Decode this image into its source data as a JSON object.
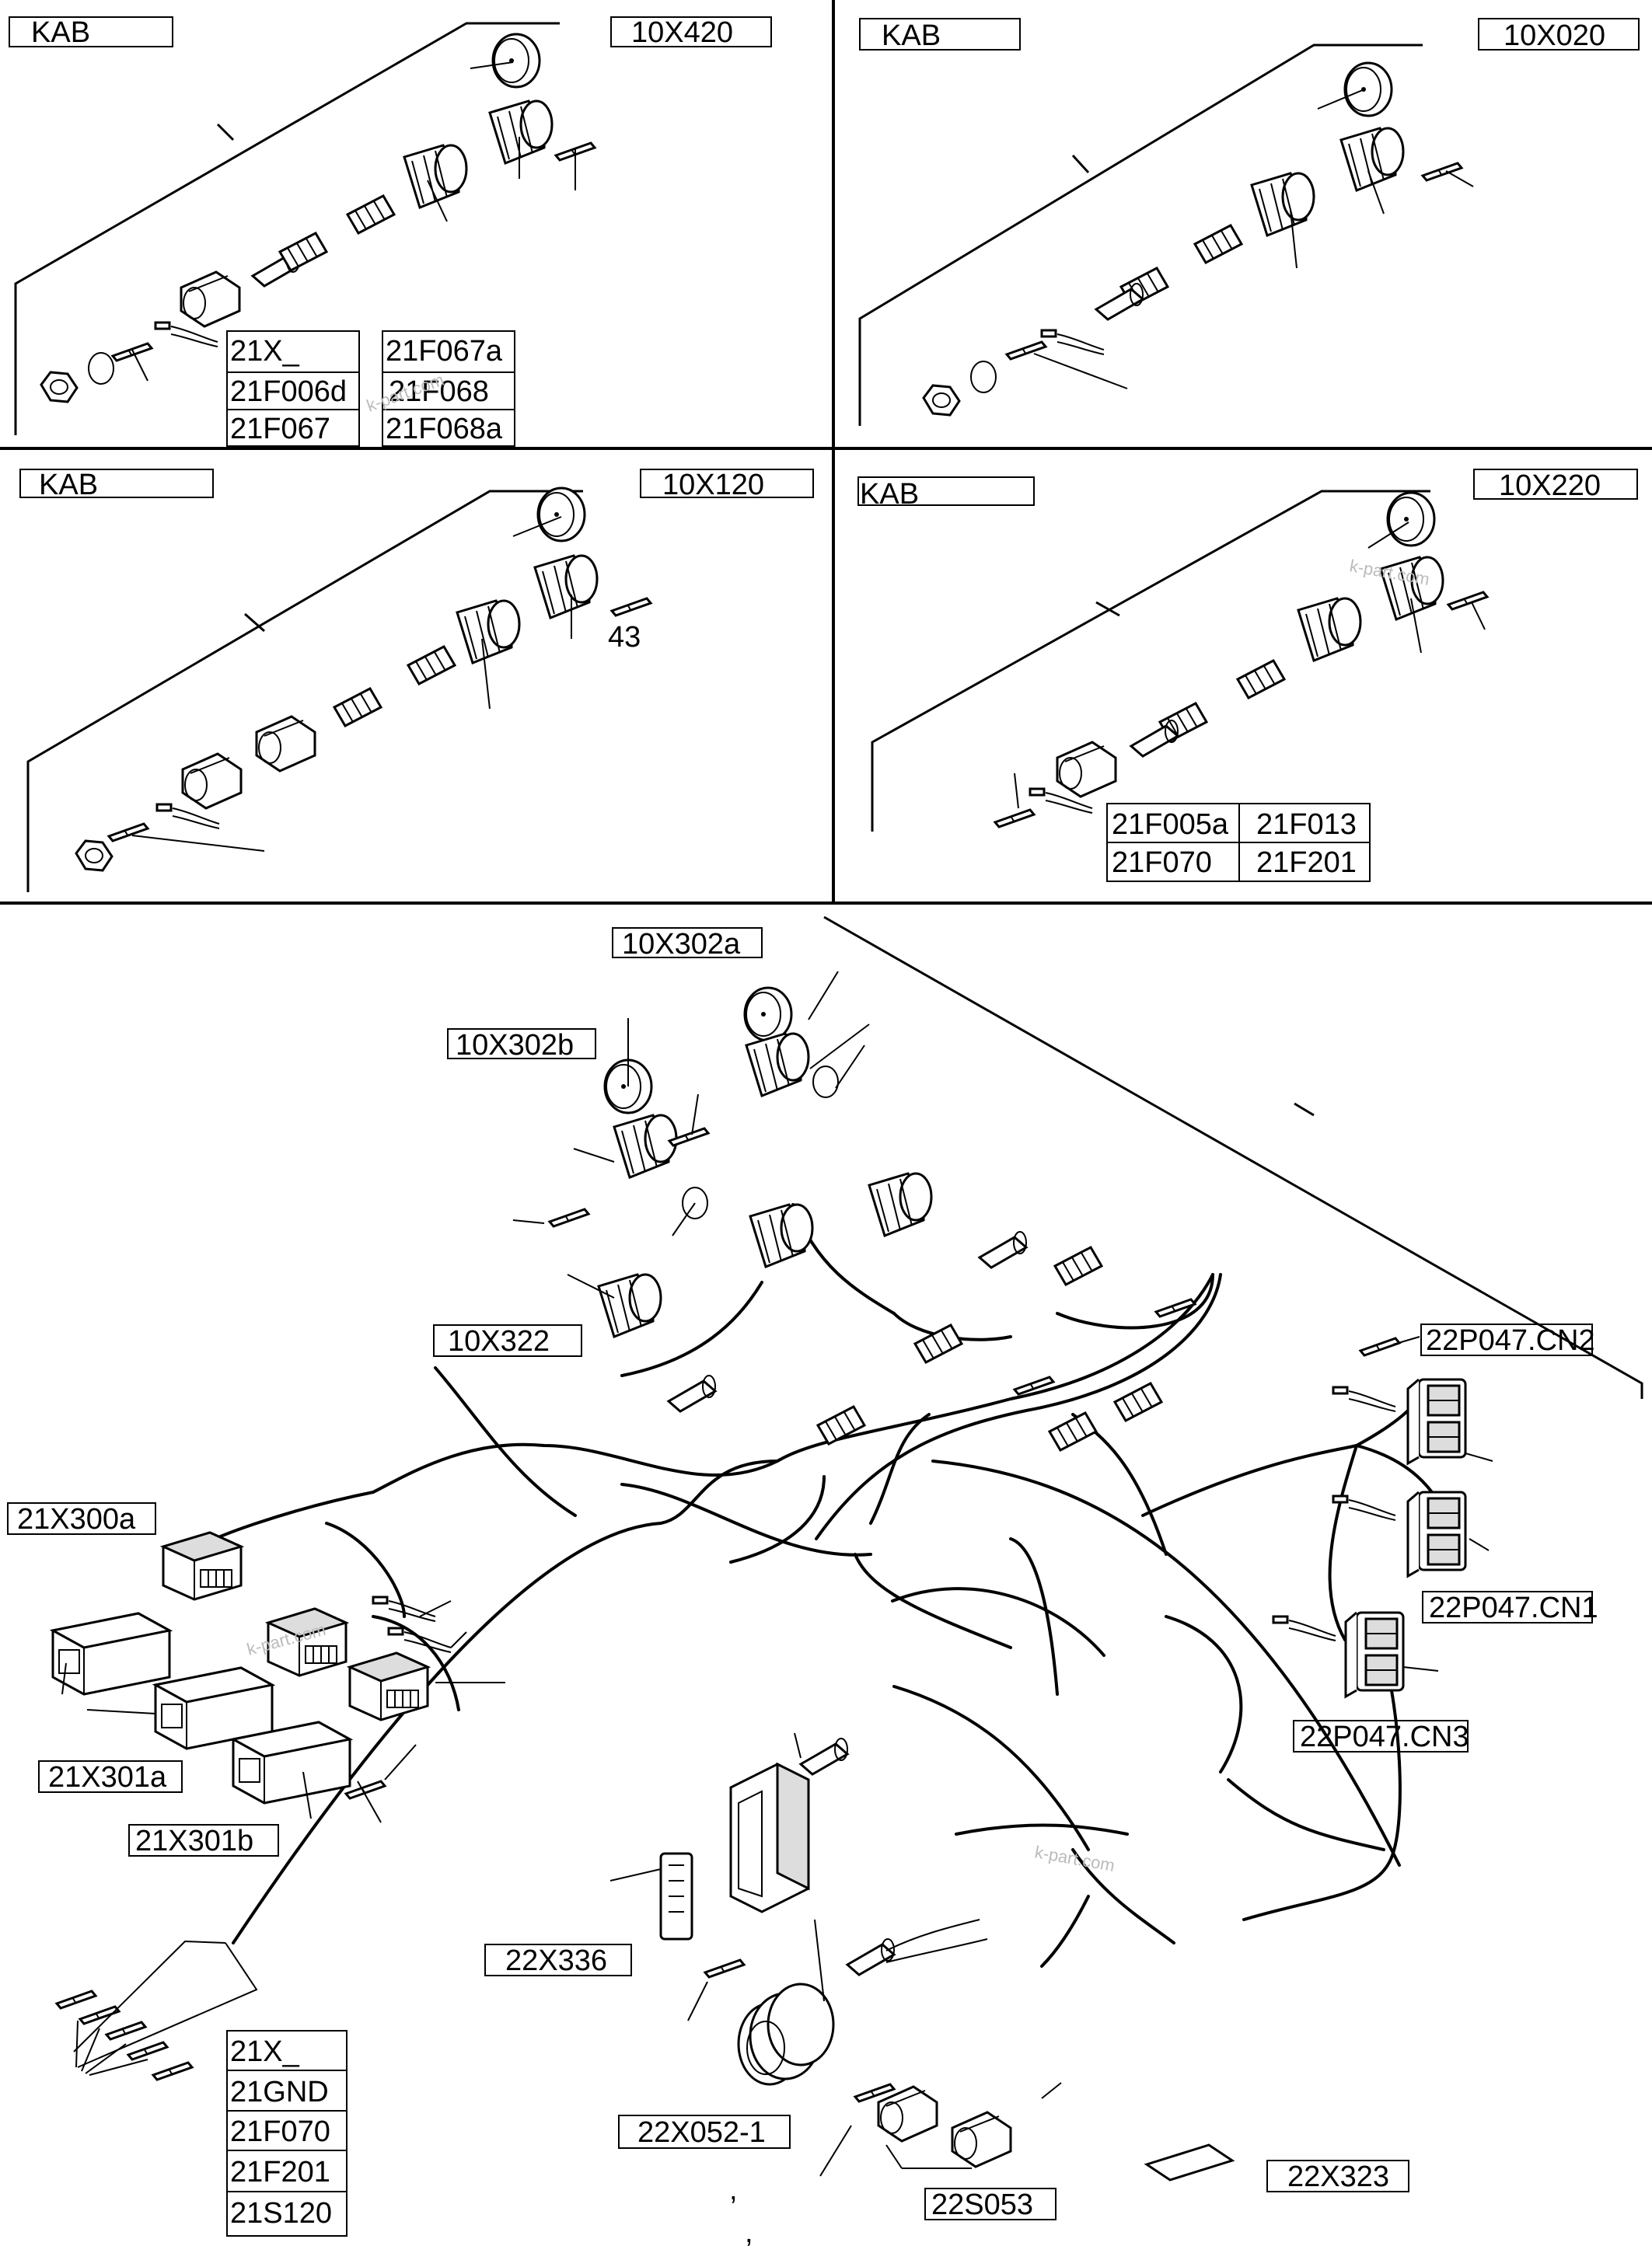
{
  "panels": {
    "p1": {
      "kab": "KAB",
      "code": "10X420",
      "table": [
        [
          "21X_",
          "21F067a"
        ],
        [
          "21F006d",
          "21F068"
        ],
        [
          "21F067",
          "21F068a"
        ]
      ]
    },
    "p2": {
      "kab": "KAB",
      "code": "10X020"
    },
    "p3": {
      "kab": "KAB",
      "code": "10X120",
      "callout": "43"
    },
    "p4": {
      "kab": "KAB",
      "code": "10X220",
      "table": [
        [
          "21F005a",
          "21F013"
        ],
        [
          "21F070",
          "21F201"
        ]
      ]
    }
  },
  "bottom": {
    "labels": {
      "x302a": "10X302a",
      "x302b": "10X302b",
      "x322": "10X322",
      "cn2": "22P047.CN2",
      "cn1": "22P047.CN1",
      "cn3": "22P047.CN3",
      "x300a": "21X300a",
      "x301a": "21X301a",
      "x301b": "21X301b",
      "x336": "22X336",
      "x0521": "22X052-1",
      "s053": "22S053",
      "x323": "22X323"
    },
    "list": [
      "21X_",
      "21GND",
      "21F070",
      "21F201",
      "21S120"
    ],
    "marks": [
      ",",
      ","
    ]
  },
  "watermark": "k-part.com"
}
